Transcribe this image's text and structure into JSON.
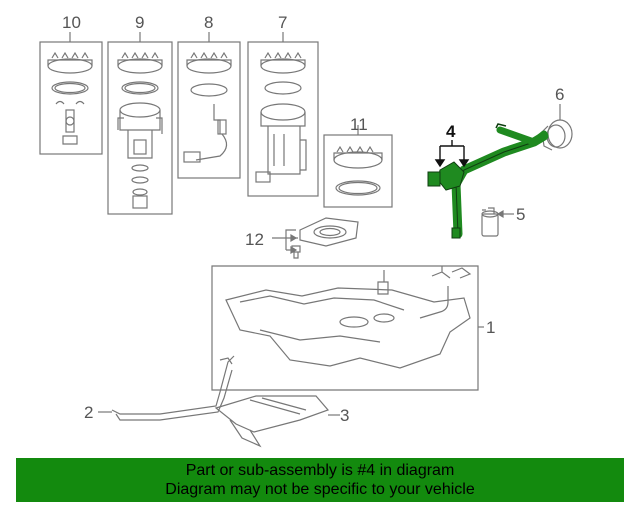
{
  "callouts": {
    "c1": "1",
    "c2": "2",
    "c3": "3",
    "c4": "4",
    "c5": "5",
    "c6": "6",
    "c7": "7",
    "c8": "8",
    "c9": "9",
    "c10": "10",
    "c11": "11",
    "c12": "12"
  },
  "banner": {
    "line1": "Part or sub-assembly is #4 in diagram",
    "line2": "Diagram may not be specific to your vehicle"
  },
  "colors": {
    "linework": "#666666",
    "highlight_part": "#1f8a20",
    "banner_bg": "#138a0e"
  }
}
